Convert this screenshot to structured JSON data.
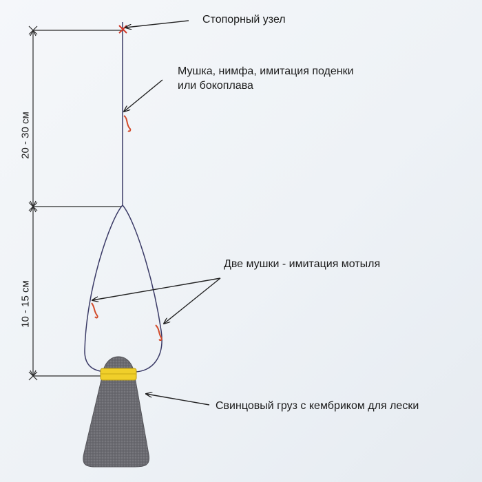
{
  "labels": {
    "stop_knot": "Стопорный узел",
    "top_fly_line1": "Мушка, нимфа, имитация поденки",
    "top_fly_line2": "или бокоплава",
    "two_flies": "Две мушки - имитация мотыля",
    "sinker": "Свинцовый груз с кембриком для лески"
  },
  "dimensions": {
    "upper": "20 - 30 см",
    "lower": "10 - 15 см"
  },
  "colors": {
    "line": "#3a3a66",
    "knot": "#d23a2a",
    "fly": "#d24a2a",
    "sinker": "#6b6b70",
    "cambric": "#f0cf2a",
    "arrow": "#222222"
  }
}
